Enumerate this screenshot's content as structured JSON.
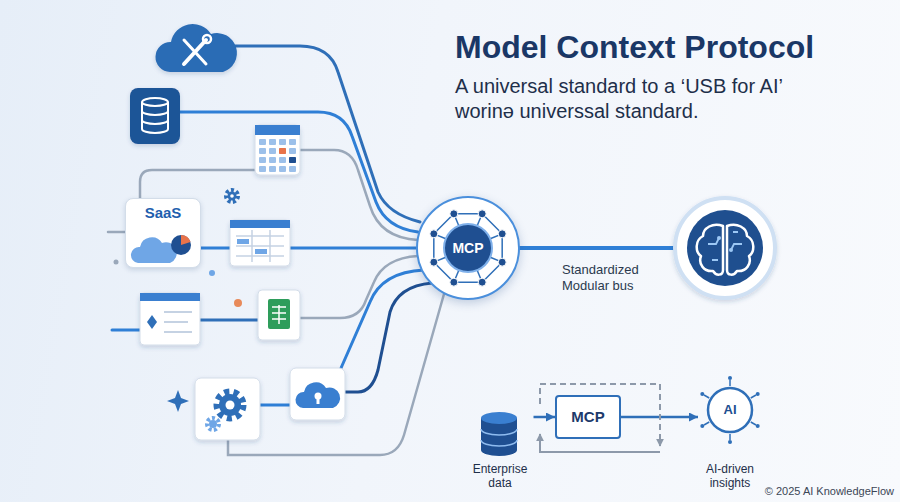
{
  "diagram": {
    "title": "Model Context Protocol",
    "nodes": [
      {
        "text": [
          "SaaS"
        ]
      },
      {
        "text": [
          "MCP"
        ]
      },
      {
        "text": [
          "Enterprise data"
        ]
      },
      {
        "text": [
          "MCP"
        ]
      },
      {
        "text": [
          "AI",
          "AI-driven insights"
        ]
      }
    ],
    "edges": [
      {
        "from": 0,
        "to": 1,
        "arrow": "none"
      },
      {
        "from": 2,
        "to": 3,
        "arrow": "to"
      },
      {
        "from": 3,
        "to": 4,
        "arrow": "to"
      }
    ],
    "labels": [
      "A universal standard to a ‘USB for AI’",
      "worinə universsal standard.",
      "Standardized Modular bus",
      "© 2025 AI KnowledgeFlow"
    ]
  }
}
